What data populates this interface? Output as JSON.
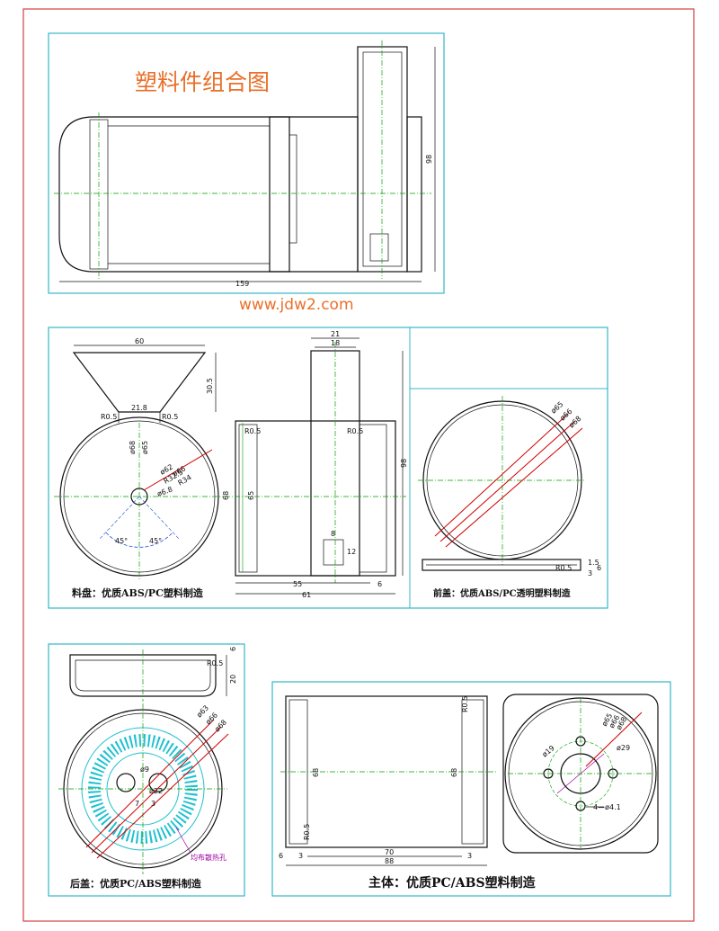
{
  "watermark": "www.jdw2.com",
  "assembly": {
    "title": "塑料件组合图",
    "dims": {
      "length": "159",
      "height": "98"
    }
  },
  "feed_tray": {
    "caption": "料盘：优质ABS/PC塑料制造",
    "dims": {
      "top_width": "60",
      "height": "30.5",
      "neck": "21.8",
      "r05a": "R0.5",
      "r05b": "R0.5",
      "d65": "ø65",
      "d68": "ø68",
      "d62": "ø62",
      "r325": "R32.5",
      "d66": "ø66",
      "r34": "R34",
      "d68hole": "ø6.8",
      "a1": "45°",
      "a2": "45°"
    }
  },
  "body_section": {
    "dims": {
      "w21": "21",
      "w18": "18",
      "h98": "98",
      "w55": "55",
      "w61": "61",
      "d6": "6",
      "r05": "R0.5",
      "r05b": "R0.5",
      "w8": "8",
      "h12": "12",
      "l65": "65",
      "l68": "68"
    }
  },
  "front_cover": {
    "caption": "前盖：优质ABS/PC透明塑料制造",
    "dims": {
      "d65": "ø65",
      "d66": "ø66",
      "d68": "ø68",
      "r05": "R0.5",
      "t1": "1.5",
      "t2": "3",
      "t3": "6"
    }
  },
  "rear_cover": {
    "caption": "后盖：优质PC/ABS塑料制造",
    "note": "均布散热孔",
    "dims": {
      "r05": "R0.5",
      "h20": "20",
      "d6": "6",
      "d63": "ø63",
      "d66": "ø66",
      "d68": "ø68",
      "d9": "ø9",
      "d22": "ø22",
      "l7": "7",
      "l3": "3"
    }
  },
  "main_body": {
    "caption": "主体：优质PC/ABS塑料制造",
    "dims": {
      "h68a": "68",
      "h68b": "68",
      "r05a": "R0.5",
      "r05b": "R0.5",
      "w70": "70",
      "w88": "88",
      "d6": "6",
      "d3": "3",
      "d3b": "3",
      "d65": "ø65",
      "d66": "ø66",
      "d68": "ø68",
      "d19": "ø19",
      "d29": "ø29",
      "holes": "4—ø4.1"
    }
  }
}
